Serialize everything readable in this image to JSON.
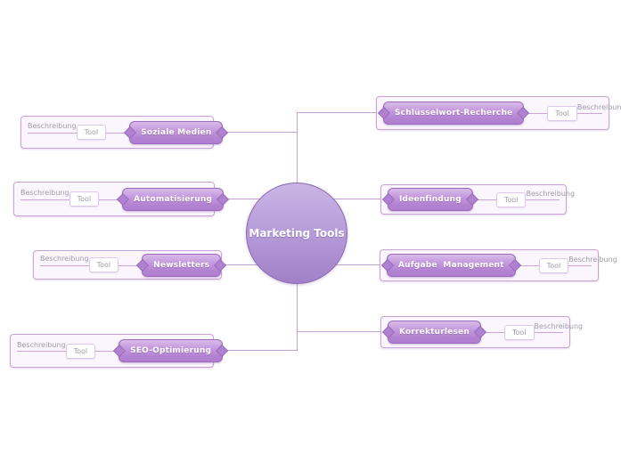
{
  "center_topic": {
    "label": "Marketing Tools"
  },
  "branches": {
    "left": [
      {
        "topic": "Soziale Medien",
        "tool": "Tool",
        "description": "Beschreibung"
      },
      {
        "topic": "Automatisierung",
        "tool": "Tool",
        "description": "Beschreibung"
      },
      {
        "topic": "Newsletters",
        "tool": "Tool",
        "description": "Beschreibung"
      },
      {
        "topic": "SEO-Optimierung",
        "tool": "Tool",
        "description": "Beschreibung"
      }
    ],
    "right": [
      {
        "topic": "Schlüsselwort-Recherche",
        "tool": "Tool",
        "description": "Beschreibung"
      },
      {
        "topic": "Ideenfindung",
        "tool": "Tool",
        "description": "Beschreibung"
      },
      {
        "topic": "Aufgabe  Management",
        "tool": "Tool",
        "description": "Beschreibung"
      },
      {
        "topic": "Korrekturlesen",
        "tool": "Tool",
        "description": "Beschreibung"
      }
    ]
  },
  "colors": {
    "connector_line": "#c7a2d9",
    "container_border": "#c9a2d8",
    "container_fill": "#fbf6fd",
    "topic_fill": "#b585d3",
    "topic_border": "#9c6dbb",
    "center_fill": "#ab8dd2",
    "muted_text": "#a09aa8",
    "topic_text": "#ffffff"
  }
}
